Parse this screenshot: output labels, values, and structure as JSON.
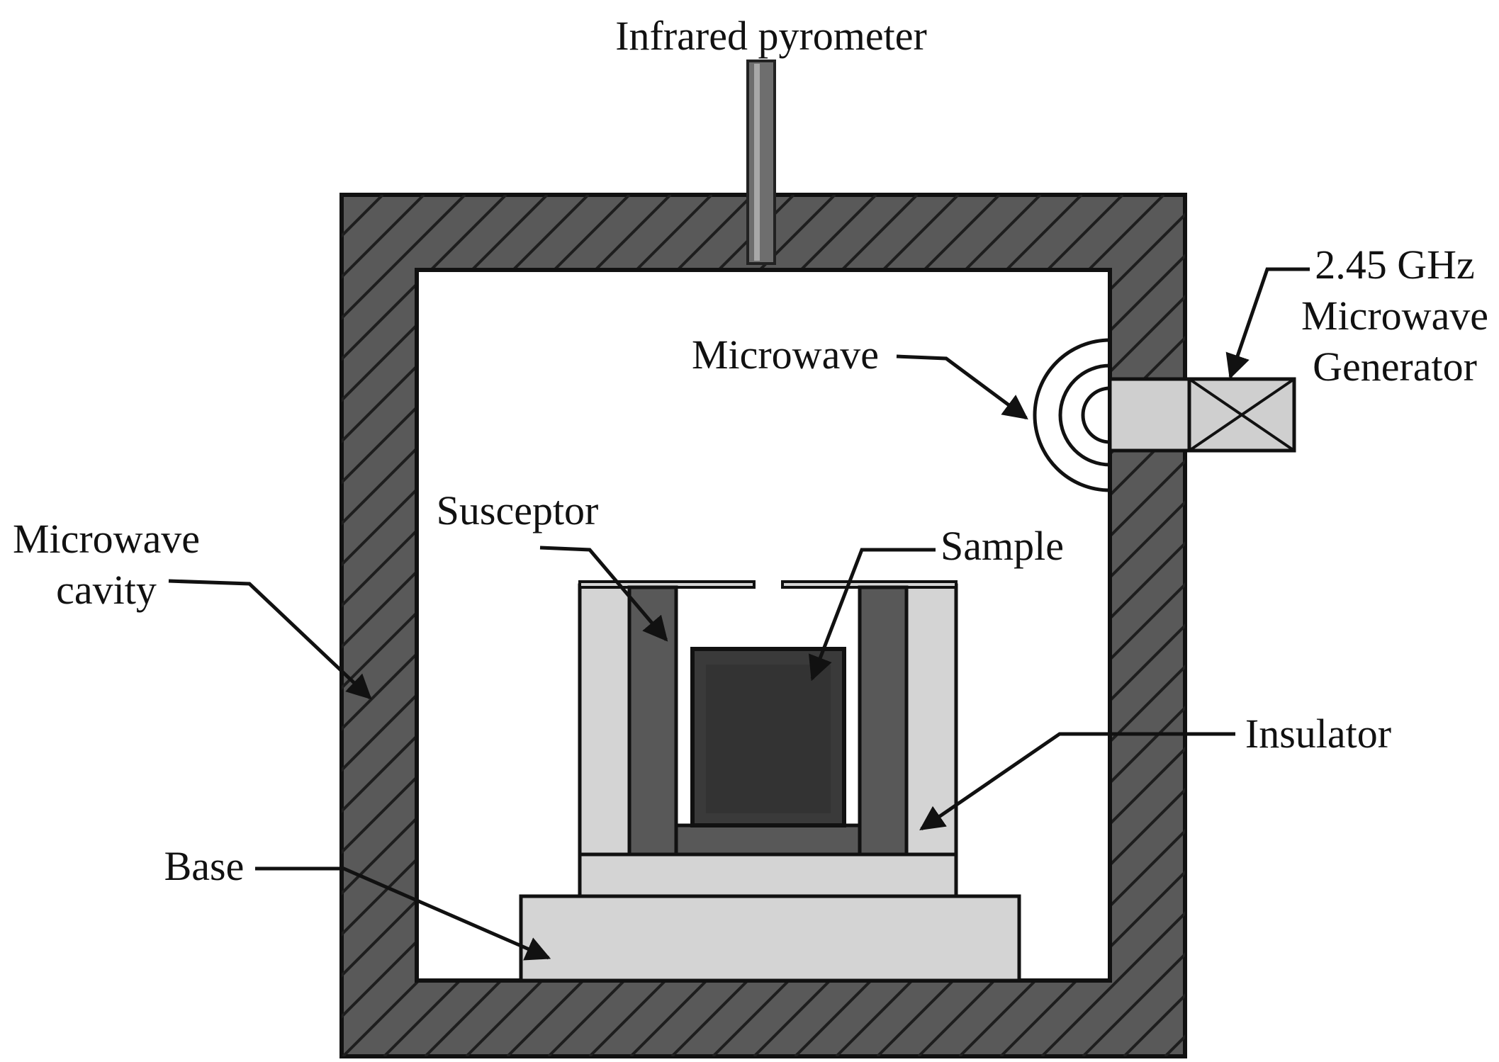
{
  "labels": {
    "pyrometer": "Infrared pyrometer",
    "generator_line1": "2.45 GHz",
    "generator_line2": "Microwave",
    "generator_line3": "Generator",
    "microwave": "Microwave",
    "susceptor": "Susceptor",
    "sample": "Sample",
    "cavity_line1": "Microwave",
    "cavity_line2": "cavity",
    "insulator": "Insulator",
    "base": "Base"
  },
  "colors": {
    "cavity_wall": "#595959",
    "hatch": "#1e1e1e",
    "outline": "#111111",
    "insulator": "#d4d4d4",
    "susceptor": "#585858",
    "sample": "#3a3a3a",
    "pyrometer": "#6e6e6e",
    "generator": "#cfcfcf"
  }
}
